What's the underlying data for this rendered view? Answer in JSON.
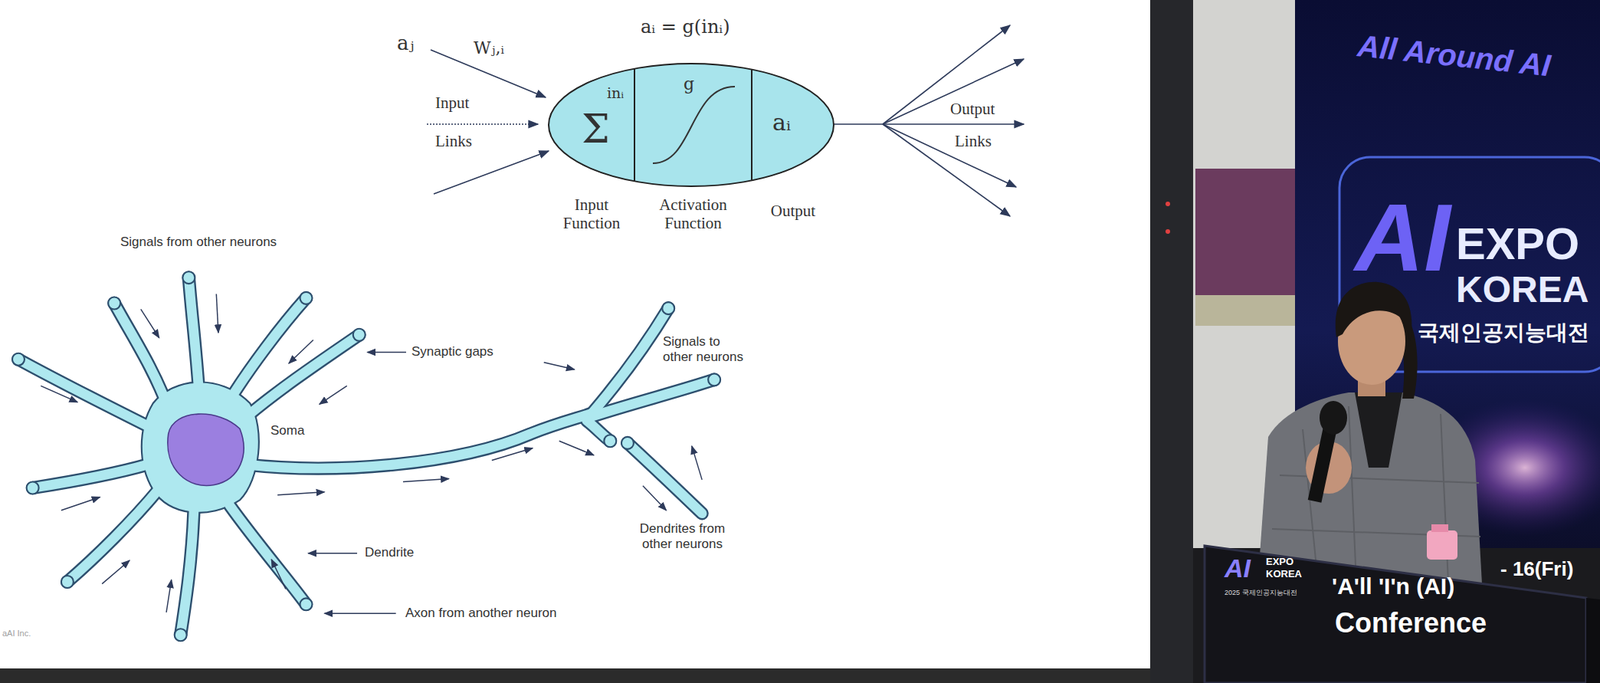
{
  "diagram": {
    "nodes": [
      {
        "text": [
          "inᵢ",
          "Σ",
          "Input Function"
        ]
      },
      {
        "text": [
          "g",
          "Activation Function"
        ]
      },
      {
        "text": [
          "aᵢ",
          "Output"
        ]
      }
    ],
    "labels": [
      "aᵢ = g(inᵢ)",
      "aⱼ",
      "Wⱼ,ᵢ",
      "Input",
      "Links",
      "Output",
      "Links",
      "Signals from other neurons",
      "Synaptic gaps",
      "Soma",
      "Signals to other neurons",
      "Dendrite",
      "Dendrites from other neurons",
      "Axon from another neuron",
      "aAI Inc.",
      "All Around AI",
      "AI",
      "EXPO",
      "KOREA",
      "국제인공지능대전",
      "- 16(Fri)",
      "AI",
      "EXPO",
      "KOREA",
      "2025 국제인공지능대전",
      "'A'll 'I'n (AI)",
      "Conference"
    ]
  }
}
